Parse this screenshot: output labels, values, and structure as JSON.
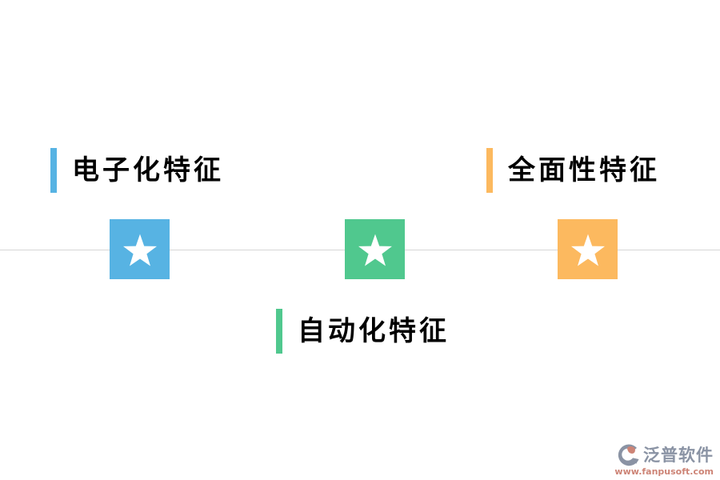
{
  "diagram": {
    "title": "feature-diagram",
    "line_color": "#d6d6d6",
    "star_color": "#ffffff"
  },
  "features": [
    {
      "id": "electronic",
      "label": "电子化特征",
      "color": "#57b3e3",
      "icon": "star-icon",
      "label_position": "top-left"
    },
    {
      "id": "automation",
      "label": "自动化特征",
      "color": "#50c88e",
      "icon": "star-icon",
      "label_position": "bottom-center"
    },
    {
      "id": "comprehensive",
      "label": "全面性特征",
      "color": "#fcb95f",
      "icon": "star-icon",
      "label_position": "top-right"
    }
  ],
  "watermark": {
    "brand": "泛普软件",
    "url": "www.fanpusoft.com",
    "brand_color": "#8a93a4",
    "url_color": "#cd8476",
    "logo_primary_color": "#8a93a4",
    "logo_accent_color": "#cd8476"
  }
}
